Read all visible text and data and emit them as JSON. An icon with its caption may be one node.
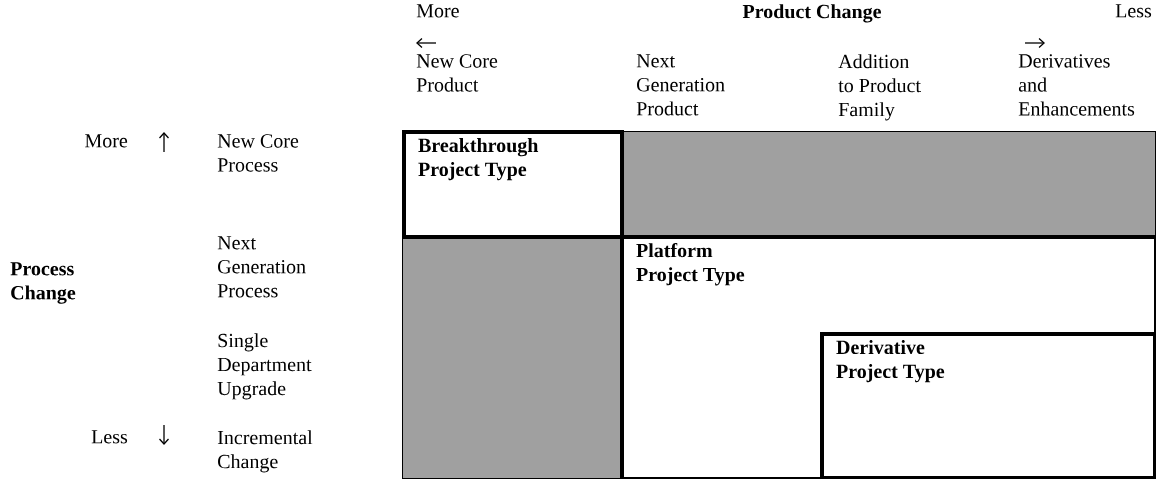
{
  "diagram": {
    "nodes": [
      {
        "text": [
          "Breakthrough Project Type"
        ]
      },
      {
        "text": [],
        "shape": "box"
      },
      {
        "text": [],
        "shape": "box"
      },
      {
        "text": [
          "Platform Project Type"
        ]
      },
      {
        "text": [
          "Derivative Project Type"
        ],
        "in": 3
      }
    ],
    "labels": [
      "More",
      "Product Change",
      "Less",
      "New Core Product",
      "Next Generation Product",
      "Addition to Product Family",
      "Derivatives and Enhancements",
      "More",
      "New Core Process",
      "Process Change",
      "Next Generation Process",
      "Single Department Upgrade",
      "Less",
      "Incremental Change"
    ]
  }
}
